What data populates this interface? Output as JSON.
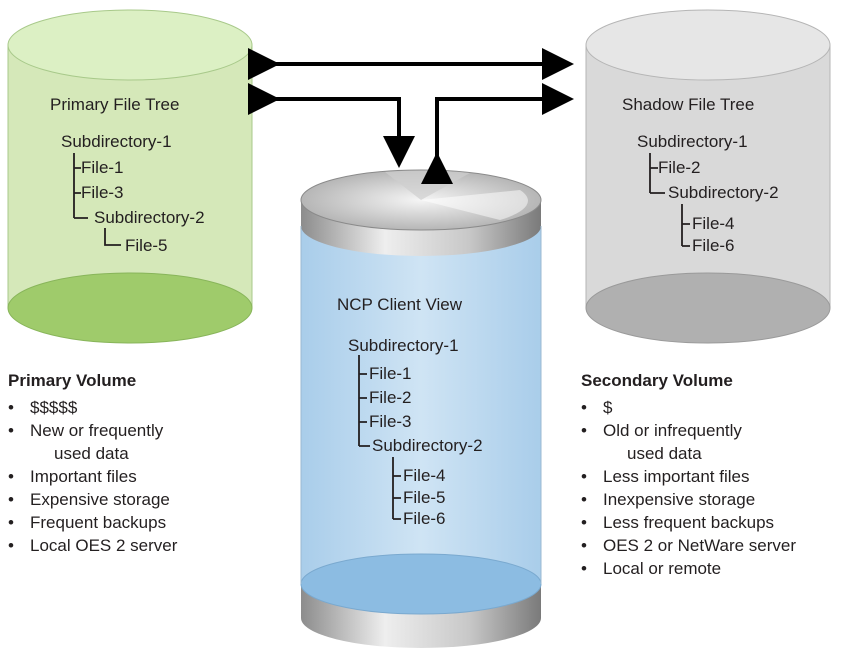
{
  "primary": {
    "title": "Primary File Tree",
    "tree": {
      "root": "Subdirectory-1",
      "file1": "File-1",
      "file3": "File-3",
      "sub2": "Subdirectory-2",
      "file5": "File-5"
    },
    "color_top": "#d9efbf",
    "color_body": "#d4e8b8",
    "color_bottom": "#9fcb6b"
  },
  "shadow": {
    "title": "Shadow File Tree",
    "tree": {
      "root": "Subdirectory-1",
      "file2": "File-2",
      "sub2": "Subdirectory-2",
      "file4": "File-4",
      "file6": "File-6"
    },
    "color_top": "#e4e4e4",
    "color_body": "#d9d9d9",
    "color_bottom": "#b0b0b0"
  },
  "client": {
    "title": "NCP Client View",
    "tree": {
      "root": "Subdirectory-1",
      "file1": "File-1",
      "file2": "File-2",
      "file3": "File-3",
      "sub2": "Subdirectory-2",
      "file4": "File-4",
      "file5": "File-5",
      "file6": "File-6"
    },
    "color_body": "#bcd9ef",
    "color_bottom": "#8cbce2",
    "color_metal": "#bdbdbd"
  },
  "primary_volume": {
    "title": "Primary Volume",
    "bullet": "•",
    "items": [
      "$$$$$",
      "New or frequently",
      "used data",
      "Important files",
      "Expensive storage",
      "Frequent backups",
      "Local OES 2 server"
    ]
  },
  "secondary_volume": {
    "title": "Secondary Volume",
    "bullet": "•",
    "items": [
      "$",
      "Old or infrequently",
      "used data",
      "Less important files",
      "Inexpensive storage",
      "Less frequent backups",
      "OES 2 or NetWare server",
      "Local or remote"
    ]
  }
}
